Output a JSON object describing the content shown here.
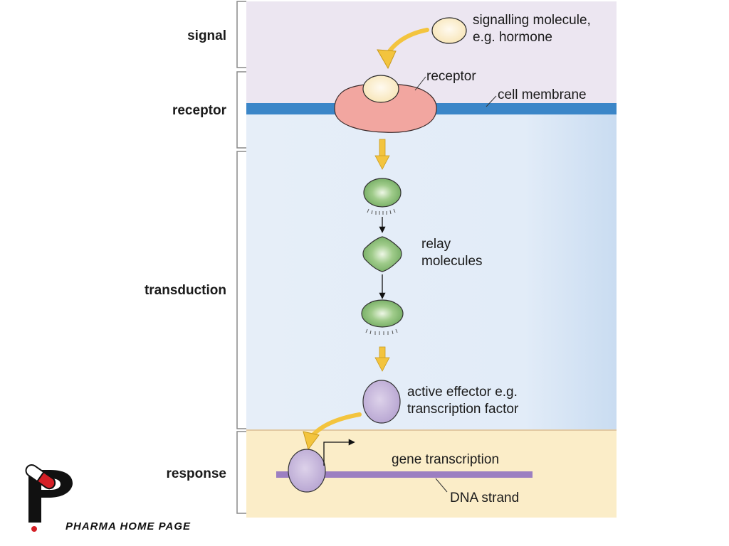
{
  "stages": {
    "signal": "signal",
    "receptor": "receptor",
    "transduction": "transduction",
    "response": "response"
  },
  "annotations": {
    "signalling_line1": "signalling molecule,",
    "signalling_line2": "e.g. hormone",
    "receptor": "receptor",
    "cell_membrane": "cell membrane",
    "relay_line1": "relay",
    "relay_line2": "molecules",
    "effector_line1": "active effector e.g.",
    "effector_line2": "transcription factor",
    "gene_transcription": "gene transcription",
    "dna_strand": "DNA strand"
  },
  "logo": {
    "text": "PHARMA HOME PAGE"
  },
  "colors": {
    "signal_bg": "#ece6f1",
    "cell_bg": "#e3edf8",
    "nucleus_bg": "#fbedc8",
    "membrane": "#3b86c8",
    "receptor_fill": "#f2a6a0",
    "signal_molecule": "#fbefcf",
    "relay_molecule": "#7fb56f",
    "effector": "#bfadd6",
    "dna": "#9c7fc1",
    "arrow": "#f3c43e",
    "logo_red": "#d41f26"
  }
}
